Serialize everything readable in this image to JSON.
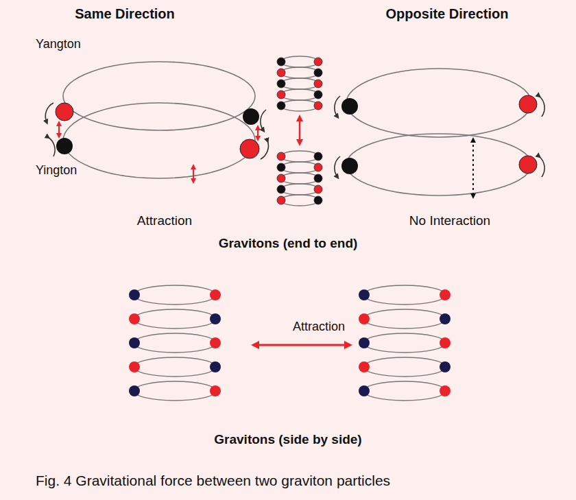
{
  "diagram": {
    "caption": "Fig. 4 Gravitational force between two graviton particles",
    "labels": [
      "Same Direction",
      "Opposite Direction",
      "Yangton",
      "Yington",
      "Attraction",
      "Gravitons (end to end)",
      "No Interaction",
      "Attraction",
      "Gravitons (side by side)"
    ]
  }
}
